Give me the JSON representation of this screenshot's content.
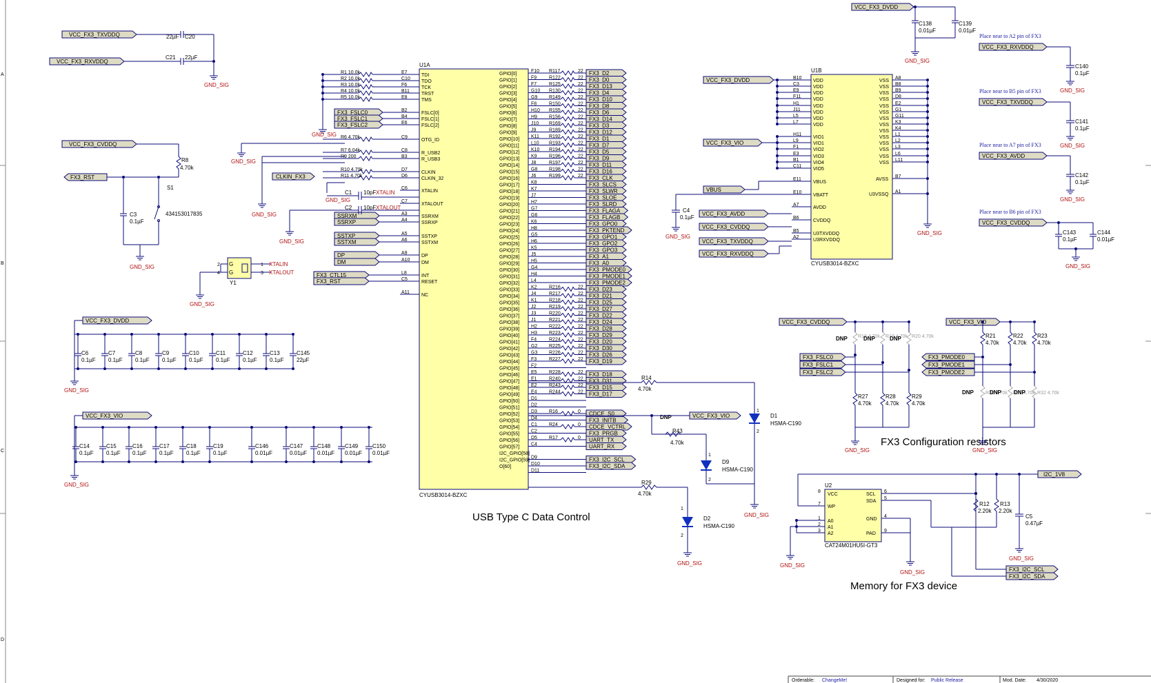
{
  "page": {
    "width": 1669,
    "height": 991,
    "background": "#ffffff"
  },
  "colors": {
    "wire": "#0a0a78",
    "ic_fill": "#ffffa8",
    "port_fill": "#dedbc4",
    "gnd_text": "#b01010",
    "note_text": "#1a1aa0",
    "led": "#1030c0"
  },
  "border": {
    "row_labels": [
      "A",
      "B",
      "C",
      "D"
    ]
  },
  "titles": {
    "usb": "USB Type C Data Control",
    "config": "FX3 Configuration resistors",
    "memory": "Memory for FX3 device"
  },
  "title_block": {
    "orderable": "Orderable:",
    "orderable_value": "ChangeMe!",
    "designed": "Designed for:",
    "designed_value": "Public Release",
    "mod_date": "Mod. Date:",
    "mod_date_value": "4/30/2020"
  },
  "ic_u1a": {
    "ref": "U1A",
    "part": "CYUSB3014-BZXC",
    "left_pins": [
      {
        "name": "TDI",
        "num": "E7",
        "net": "R1 10.0k"
      },
      {
        "name": "TDO",
        "num": "C10",
        "net": "R2 10.0k"
      },
      {
        "name": "TCK",
        "num": "F6",
        "net": "R3 10.0k"
      },
      {
        "name": "TRST",
        "num": "B11",
        "net": "R4 10.0k"
      },
      {
        "name": "TMS",
        "num": "E8",
        "net": "R5 10.0k"
      },
      {
        "name": "FSLC[0]",
        "num": "B2",
        "net": "FX3_FSLC0"
      },
      {
        "name": "FSLC[1]",
        "num": "B4",
        "net": "FX3_FSLC1"
      },
      {
        "name": "FSLC[2]",
        "num": "E6",
        "net": "FX3_FSLC2"
      },
      {
        "name": "OTG_ID",
        "num": "C9",
        "net": "R6 4.70k"
      },
      {
        "name": "R_USB2",
        "num": "C8",
        "net": "R7 6.04k"
      },
      {
        "name": "R_USB3",
        "num": "B3",
        "net": "R9 200"
      },
      {
        "name": "CLKIN",
        "num": "D7",
        "net": "R10 4.70k"
      },
      {
        "name": "CLKIN_32",
        "num": "D6",
        "net": "R11 4.70k"
      },
      {
        "name": "XTALIN",
        "num": "C6",
        "net": "XTALIN"
      },
      {
        "name": "XTALOUT",
        "num": "C7",
        "net": "XTALOUT"
      },
      {
        "name": "SSRXM",
        "num": "A3",
        "net": "SSRXM"
      },
      {
        "name": "SSRXP",
        "num": "A4",
        "net": "SSRXP"
      },
      {
        "name": "SSTXP",
        "num": "A5",
        "net": "SSTXP"
      },
      {
        "name": "SSTXM",
        "num": "A6",
        "net": "SSTXM"
      },
      {
        "name": "DP",
        "num": "A9",
        "net": "DP"
      },
      {
        "name": "DM",
        "num": "A10",
        "net": "DM"
      },
      {
        "name": "INT",
        "num": "L8",
        "net": "FX3_CTL15"
      },
      {
        "name": "RESET",
        "num": "C5",
        "net": "FX3_RST"
      },
      {
        "name": "NC",
        "num": "A11",
        "net": ""
      }
    ],
    "right_pins": [
      {
        "num": "F10",
        "res": "R117",
        "val": "22",
        "net": "FX3_D2"
      },
      {
        "num": "F9",
        "res": "R122",
        "val": "22",
        "net": "FX3_D0"
      },
      {
        "num": "F7",
        "res": "R125",
        "val": "22",
        "net": "FX3_D13"
      },
      {
        "num": "G10",
        "res": "R130",
        "val": "22",
        "net": "FX3_D4"
      },
      {
        "num": "G9",
        "res": "R149",
        "val": "22",
        "net": "FX3_D10"
      },
      {
        "num": "F8",
        "res": "R150",
        "val": "22",
        "net": "FX3_D8"
      },
      {
        "num": "H10",
        "res": "R155",
        "val": "22",
        "net": "FX3_D6"
      },
      {
        "num": "H9",
        "res": "R156",
        "val": "22",
        "net": "FX3_D14"
      },
      {
        "num": "J10",
        "res": "R169",
        "val": "22",
        "net": "FX3_D3"
      },
      {
        "num": "J9",
        "res": "R189",
        "val": "22",
        "net": "FX3_D12"
      },
      {
        "num": "K11",
        "res": "R192",
        "val": "22",
        "net": "FX3_D1"
      },
      {
        "num": "L10",
        "res": "R193",
        "val": "22",
        "net": "FX3_D7"
      },
      {
        "num": "K10",
        "res": "R194",
        "val": "22",
        "net": "FX3_D5"
      },
      {
        "num": "K9",
        "res": "R196",
        "val": "22",
        "net": "FX3_D9"
      },
      {
        "num": "J8",
        "res": "R197",
        "val": "22",
        "net": "FX3_D11"
      },
      {
        "num": "G8",
        "res": "R198",
        "val": "22",
        "net": "FX3_D16"
      },
      {
        "num": "J6",
        "res": "R199",
        "val": "22",
        "net": "FX3_CLK"
      },
      {
        "num": "K8",
        "res": "",
        "val": "",
        "net": "FX3_SLCS"
      },
      {
        "num": "K7",
        "res": "",
        "val": "",
        "net": "FX3_SLWR"
      },
      {
        "num": "J7",
        "res": "",
        "val": "",
        "net": "FX3_SLOE"
      },
      {
        "num": "H7",
        "res": "",
        "val": "",
        "net": "FX3_SLRD"
      },
      {
        "num": "G7",
        "res": "",
        "val": "",
        "net": "FX3_FLAGA"
      },
      {
        "num": "G6",
        "res": "",
        "val": "",
        "net": "FX3_FLAGB"
      },
      {
        "num": "K6",
        "res": "",
        "val": "",
        "net": "FX3_GPO0"
      },
      {
        "num": "H8",
        "res": "",
        "val": "",
        "net": "FX3_PKTEND"
      },
      {
        "num": "G5",
        "res": "",
        "val": "",
        "net": "FX3_GPO1"
      },
      {
        "num": "H6",
        "res": "",
        "val": "",
        "net": "FX3_GPO2"
      },
      {
        "num": "K5",
        "res": "",
        "val": "",
        "net": "FX3_GPO3"
      },
      {
        "num": "J5",
        "res": "",
        "val": "",
        "net": "FX3_A1"
      },
      {
        "num": "H5",
        "res": "",
        "val": "",
        "net": "FX3_A0"
      },
      {
        "num": "G4",
        "res": "",
        "val": "",
        "net": "FX3_PMODE0"
      },
      {
        "num": "H4",
        "res": "",
        "val": "",
        "net": "FX3_PMODE1"
      },
      {
        "num": "L4",
        "res": "",
        "val": "",
        "net": "FX3_PMODE2"
      },
      {
        "num": "K2",
        "res": "R216",
        "val": "22",
        "net": "FX3_D23"
      },
      {
        "num": "J4",
        "res": "R217",
        "val": "22",
        "net": "FX3_D21"
      },
      {
        "num": "K1",
        "res": "R218",
        "val": "22",
        "net": "FX3_D25"
      },
      {
        "num": "J2",
        "res": "R219",
        "val": "22",
        "net": "FX3_D27"
      },
      {
        "num": "J3",
        "res": "R220",
        "val": "22",
        "net": "FX3_D22"
      },
      {
        "num": "J1",
        "res": "R221",
        "val": "22",
        "net": "FX3_D24"
      },
      {
        "num": "H2",
        "res": "R222",
        "val": "22",
        "net": "FX3_D28"
      },
      {
        "num": "H3",
        "res": "R223",
        "val": "22",
        "net": "FX3_D29"
      },
      {
        "num": "F4",
        "res": "R224",
        "val": "22",
        "net": "FX3_D20"
      },
      {
        "num": "G2",
        "res": "R225",
        "val": "22",
        "net": "FX3_D30"
      },
      {
        "num": "G3",
        "res": "R226",
        "val": "22",
        "net": "FX3_D26"
      },
      {
        "num": "F3",
        "res": "R227",
        "val": "22",
        "net": "FX3_D19"
      },
      {
        "num": "F2",
        "res": "",
        "val": "",
        "net": ""
      },
      {
        "num": "E5",
        "res": "R228",
        "val": "22",
        "net": "FX3_D18"
      },
      {
        "num": "E1",
        "res": "R240",
        "val": "22",
        "net": "FX3_D31"
      },
      {
        "num": "E2",
        "res": "R243",
        "val": "22",
        "net": "FX3_D15"
      },
      {
        "num": "E4",
        "res": "R244",
        "val": "22",
        "net": "FX3_D17"
      },
      {
        "num": "D1",
        "res": "",
        "val": "",
        "net": ""
      },
      {
        "num": "D2",
        "res": "",
        "val": "",
        "net": ""
      },
      {
        "num": "D3",
        "res": "R16",
        "val": "0",
        "net": "CDCE_S0"
      },
      {
        "num": "D4",
        "res": "",
        "val": "",
        "net": "FX3_INITB"
      },
      {
        "num": "C1",
        "res": "R24",
        "val": "0",
        "net": "CDCE_VCTRL"
      },
      {
        "num": "C2",
        "res": "",
        "val": "",
        "net": "FX3_PRGB"
      },
      {
        "num": "D5",
        "res": "R17",
        "val": "0",
        "net": "UART_TX"
      },
      {
        "num": "C4",
        "res": "",
        "val": "",
        "net": "UART_RX"
      },
      {
        "num": "",
        "res": "",
        "val": "",
        "net": ""
      },
      {
        "num": "D9",
        "res": "",
        "val": "",
        "net": "FX3_I2C_SCL"
      },
      {
        "num": "D10",
        "res": "",
        "val": "",
        "net": "FX3_I2C_SDA"
      },
      {
        "num": "D11",
        "res": "",
        "val": "",
        "net": ""
      }
    ],
    "gpio_labels": [
      "GPIO[0]",
      "GPIO[1]",
      "GPIO[2]",
      "GPIO[3]",
      "GPIO[4]",
      "GPIO[5]",
      "GPIO[6]",
      "GPIO[7]",
      "GPIO[8]",
      "GPIO[9]",
      "GPIO[10]",
      "GPIO[11]",
      "GPIO[12]",
      "GPIO[13]",
      "GPIO[14]",
      "GPIO[15]",
      "GPIO[16]",
      "GPIO[17]",
      "GPIO[18]",
      "GPIO[19]",
      "GPIO[20]",
      "GPIO[21]",
      "GPIO[22]",
      "GPIO[23]",
      "GPIO[24]",
      "GPIO[25]",
      "GPIO[26]",
      "GPIO[27]",
      "GPIO[28]",
      "GPIO[29]",
      "GPIO[30]",
      "GPIO[31]",
      "GPIO[32]",
      "GPIO[33]",
      "GPIO[34]",
      "GPIO[35]",
      "GPIO[36]",
      "GPIO[37]",
      "GPIO[38]",
      "GPIO[39]",
      "GPIO[40]",
      "GPIO[41]",
      "GPIO[42]",
      "GPIO[43]",
      "GPIO[44]",
      "GPIO[45]",
      "GPIO[46]",
      "GPIO[47]",
      "GPIO[48]",
      "GPIO[49]",
      "GPIO[50]",
      "GPIO[51]",
      "GPIO[52]",
      "GPIO[53]",
      "GPIO[54]",
      "GPIO[55]",
      "GPIO[56]",
      "GPIO[57]",
      "I2C_GPIO[58]",
      "I2C_GPIO[59]",
      "O[60]"
    ]
  },
  "ic_u1b": {
    "ref": "U1B",
    "part": "CYUSB3014-BZXC",
    "left_pins": [
      {
        "num": "B10",
        "name": "VDD"
      },
      {
        "num": "C3",
        "name": "VDD"
      },
      {
        "num": "E9",
        "name": "VDD"
      },
      {
        "num": "F11",
        "name": "VDD"
      },
      {
        "num": "H1",
        "name": "VDD"
      },
      {
        "num": "J11",
        "name": "VDD"
      },
      {
        "num": "L5",
        "name": "VDD"
      },
      {
        "num": "L7",
        "name": "VDD"
      },
      {
        "num": "H11",
        "name": "VIO1"
      },
      {
        "num": "L9",
        "name": "VIO1"
      },
      {
        "num": "F1",
        "name": "VIO2"
      },
      {
        "num": "E3",
        "name": "VIO3"
      },
      {
        "num": "B1",
        "name": "VIO4"
      },
      {
        "num": "C11",
        "name": "VIO5"
      },
      {
        "num": "E11",
        "name": "VBUS"
      },
      {
        "num": "E10",
        "name": "VBATT"
      },
      {
        "num": "A7",
        "name": "AVDD"
      },
      {
        "num": "B6",
        "name": "CVDDQ"
      },
      {
        "num": "B5",
        "name": "U3TXVDDQ"
      },
      {
        "num": "A2",
        "name": "U3RXVDDQ"
      }
    ],
    "right_pins": [
      {
        "num": "A8",
        "name": "VSS"
      },
      {
        "num": "B8",
        "name": "VSS"
      },
      {
        "num": "B9",
        "name": "VSS"
      },
      {
        "num": "D8",
        "name": "VSS"
      },
      {
        "num": "E2",
        "name": "VSS"
      },
      {
        "num": "G1",
        "name": "VSS"
      },
      {
        "num": "G11",
        "name": "VSS"
      },
      {
        "num": "K3",
        "name": "VSS"
      },
      {
        "num": "K4",
        "name": "VSS"
      },
      {
        "num": "L1",
        "name": "VSS"
      },
      {
        "num": "L2",
        "name": "VSS"
      },
      {
        "num": "L3",
        "name": "VSS"
      },
      {
        "num": "L6",
        "name": "VSS"
      },
      {
        "num": "L11",
        "name": "VSS"
      },
      {
        "num": "B7",
        "name": "AVSS"
      },
      {
        "num": "A1",
        "name": "U3VSSQ"
      }
    ],
    "ports": [
      "VCC_FX3_DVDD",
      "VCC_FX3_VIO",
      "VBUS",
      "VCC_FX3_AVDD",
      "VCC_FX3_CVDDQ",
      "VCC_FX3_TXVDDQ",
      "VCC_FX3_RXVDDQ"
    ]
  },
  "u2": {
    "ref": "U2",
    "part": "CAT24M01HU5I-GT3",
    "pins": [
      {
        "num": "8",
        "name": "VCC"
      },
      {
        "num": "7",
        "name": "WP"
      },
      {
        "num": "1",
        "name": "A0"
      },
      {
        "num": "2",
        "name": "A1"
      },
      {
        "num": "3",
        "name": "A2"
      },
      {
        "num": "6",
        "name": "SCL"
      },
      {
        "num": "5",
        "name": "SDA"
      },
      {
        "num": "4",
        "name": "GND"
      },
      {
        "num": "9",
        "name": "PAD"
      }
    ],
    "r12": {
      "ref": "R12",
      "val": "2.20k"
    },
    "r13": {
      "ref": "R13",
      "val": "2.20k"
    },
    "c5": {
      "ref": "C5",
      "val": "0.47µF"
    },
    "port_i2c": "I2C_1V8",
    "scl": "FX3_I2C_SCL",
    "sda": "FX3_I2C_SDA"
  },
  "left_block": {
    "txvddq": "VCC_FX3_TXVDDQ",
    "rxvddq": "VCC_FX3_RXVDDQ",
    "cvddq": "VCC_FX3_CVDDQ",
    "c20": "C20",
    "c20v": "22µF",
    "c21": "C21",
    "c21v": "22µF",
    "r8": "R8",
    "r8v": "4.70k",
    "rst": "FX3_RST",
    "c3": "C3",
    "c3v": "0.1µF",
    "s1": "S1",
    "s1p": "434153017835",
    "y1": "Y1",
    "xtalin": "XTALIN",
    "xtalout": "XTALOUT",
    "y1_pins": [
      "2",
      "4",
      "1",
      "3"
    ],
    "y1_g": "G",
    "clkin": "CLKIN_FX3",
    "c1": "C1",
    "c1v": "10pF",
    "c2": "C2",
    "c2v": "10pF",
    "ctl15": "FX3_CTL15"
  },
  "decoupling": {
    "dvdd": "VCC_FX3_DVDD",
    "dvdd_caps": [
      [
        "C6",
        "0.1µF"
      ],
      [
        "C7",
        "0.1µF"
      ],
      [
        "C8",
        "0.1µF"
      ],
      [
        "C9",
        "0.1µF"
      ],
      [
        "C10",
        "0.1µF"
      ],
      [
        "C11",
        "0.1µF"
      ],
      [
        "C12",
        "0.1µF"
      ],
      [
        "C13",
        "0.1µF"
      ],
      [
        "C145",
        "22µF"
      ]
    ],
    "vio": "VCC_FX3_VIO",
    "vio_caps": [
      [
        "C14",
        "0.1µF"
      ],
      [
        "C15",
        "0.1µF"
      ],
      [
        "C16",
        "0.1µF"
      ],
      [
        "C17",
        "0.1µF"
      ],
      [
        "C18",
        "0.1µF"
      ],
      [
        "C19",
        "0.1µF"
      ],
      [
        "C146",
        "0.01µF"
      ],
      [
        "C147",
        "0.01µF"
      ],
      [
        "C148",
        "0.01µF"
      ],
      [
        "C149",
        "0.01µF"
      ],
      [
        "C150",
        "0.01µF"
      ]
    ]
  },
  "right_caps": {
    "top_port": "VCC_FX3_DVDD",
    "c138": [
      "C138",
      "0.01µF"
    ],
    "c139": [
      "C139",
      "0.01µF"
    ],
    "blocks": [
      {
        "note": "Place near to A2 pin of FX3",
        "port": "VCC_FX3_RXVDDQ",
        "cap": "C140",
        "val": "0.1µF"
      },
      {
        "note": "Place near to B5 pin of FX3",
        "port": "VCC_FX3_TXVDDQ",
        "cap": "C141",
        "val": "0.1µF"
      },
      {
        "note": "Place near to A7 pin of FX3",
        "port": "VCC_FX3_AVDD",
        "cap": "C142",
        "val": "0.1µF"
      },
      {
        "note": "Place near to B6 pin of FX3",
        "port": "VCC_FX3_CVDDQ",
        "cap": "C143",
        "val": "0.1µF"
      }
    ],
    "c144": [
      "C144",
      "0.01µF"
    ]
  },
  "leds": {
    "d1": [
      "D1",
      "HSMA-C190"
    ],
    "d9": [
      "D9",
      "HSMA-C190"
    ],
    "d2": [
      "D2",
      "HSMA-C190"
    ],
    "r14": [
      "R14",
      "4.70k"
    ],
    "r43": [
      "R43",
      "4.70k"
    ],
    "r29": [
      "R29",
      "4.70k"
    ],
    "dnp": "DNP",
    "vio": "VCC_FX3_VIO",
    "pin1": "1",
    "pin2": "2"
  },
  "config": {
    "cvddq": "VCC_FX3_CVDDQ",
    "vio": "VCC_FX3_VIO",
    "fslc": [
      "FX3_FSLC0",
      "FX3_FSLC1",
      "FX3_FSLC2"
    ],
    "pmode": [
      "FX3_PMODE0",
      "FX3_PMODE1",
      "FX3_PMODE2"
    ],
    "top_res": [
      "R18 4.70k",
      "R19 4.70k",
      "R20 4.70k"
    ],
    "bot_res": [
      [
        "R27",
        "4.70k"
      ],
      [
        "R28",
        "4.70k"
      ],
      [
        "R29",
        "4.70k"
      ]
    ],
    "top_res_b": [
      [
        "R21",
        "4.70k"
      ],
      [
        "R22",
        "4.70k"
      ],
      [
        "R23",
        "4.70k"
      ]
    ],
    "bot_res_b": [
      "R30 4.70k",
      "R31 4.70k",
      "R32 4.70k"
    ],
    "dnp": "DNP"
  },
  "gnd": "GND_SIG"
}
